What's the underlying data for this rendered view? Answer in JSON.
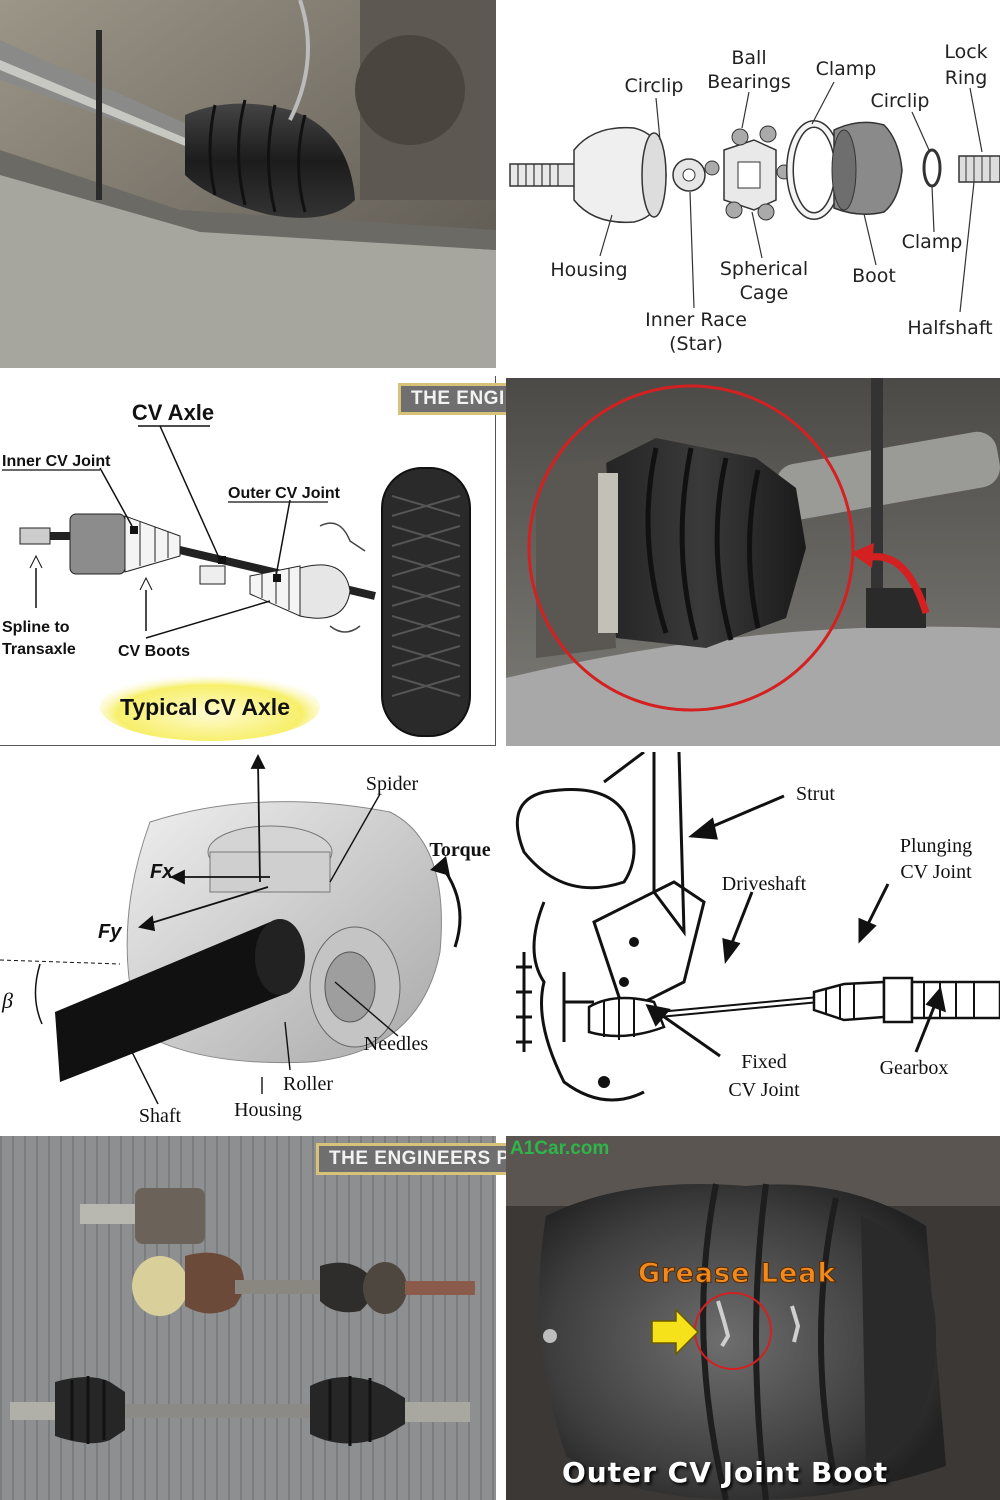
{
  "panel_exploded": {
    "labels": {
      "ball_bearings_1": "Ball",
      "ball_bearings_2": "Bearings",
      "clamp_top": "Clamp",
      "lock_ring_1": "Lock",
      "lock_ring_2": "Ring",
      "circlip_left": "Circlip",
      "circlip_right": "Circlip",
      "housing": "Housing",
      "spherical_cage_1": "Spherical",
      "spherical_cage_2": "Cage",
      "boot": "Boot",
      "clamp_bottom": "Clamp",
      "inner_race_1": "Inner Race",
      "inner_race_2": "(Star)",
      "halfshaft": "Halfshaft"
    }
  },
  "panel_axle": {
    "title": "CV Axle",
    "inner_cv_joint": "Inner CV Joint",
    "outer_cv_joint": "Outer CV Joint",
    "spline_1": "Spline to",
    "spline_2": "Transaxle",
    "cv_boots": "CV Boots",
    "caption": "Typical CV Axle",
    "watermark": "THE ENGINEERS POST"
  },
  "panel_tripod": {
    "spider": "Spider",
    "torque": "Torque",
    "fx": "Fx",
    "fy": "Fy",
    "beta": "β",
    "needles": "Needles",
    "roller": "Roller",
    "housing": "Housing",
    "shaft": "Shaft"
  },
  "panel_driveline": {
    "strut": "Strut",
    "plunging_1": "Plunging",
    "plunging_2": "CV Joint",
    "driveshaft": "Driveshaft",
    "fixed_1": "Fixed",
    "fixed_2": "CV Joint",
    "gearbox": "Gearbox"
  },
  "panel_parts": {
    "watermark": "THE ENGINEERS POST"
  },
  "panel_leak": {
    "site": "A1Car.com",
    "grease_leak": "Grease Leak",
    "caption": "Outer CV Joint Boot"
  },
  "colors": {
    "leak_orange": "#f08a1c",
    "arrow_yellow": "#f5e21a",
    "circle_red": "#d42020",
    "site_green": "#2fb54a"
  }
}
